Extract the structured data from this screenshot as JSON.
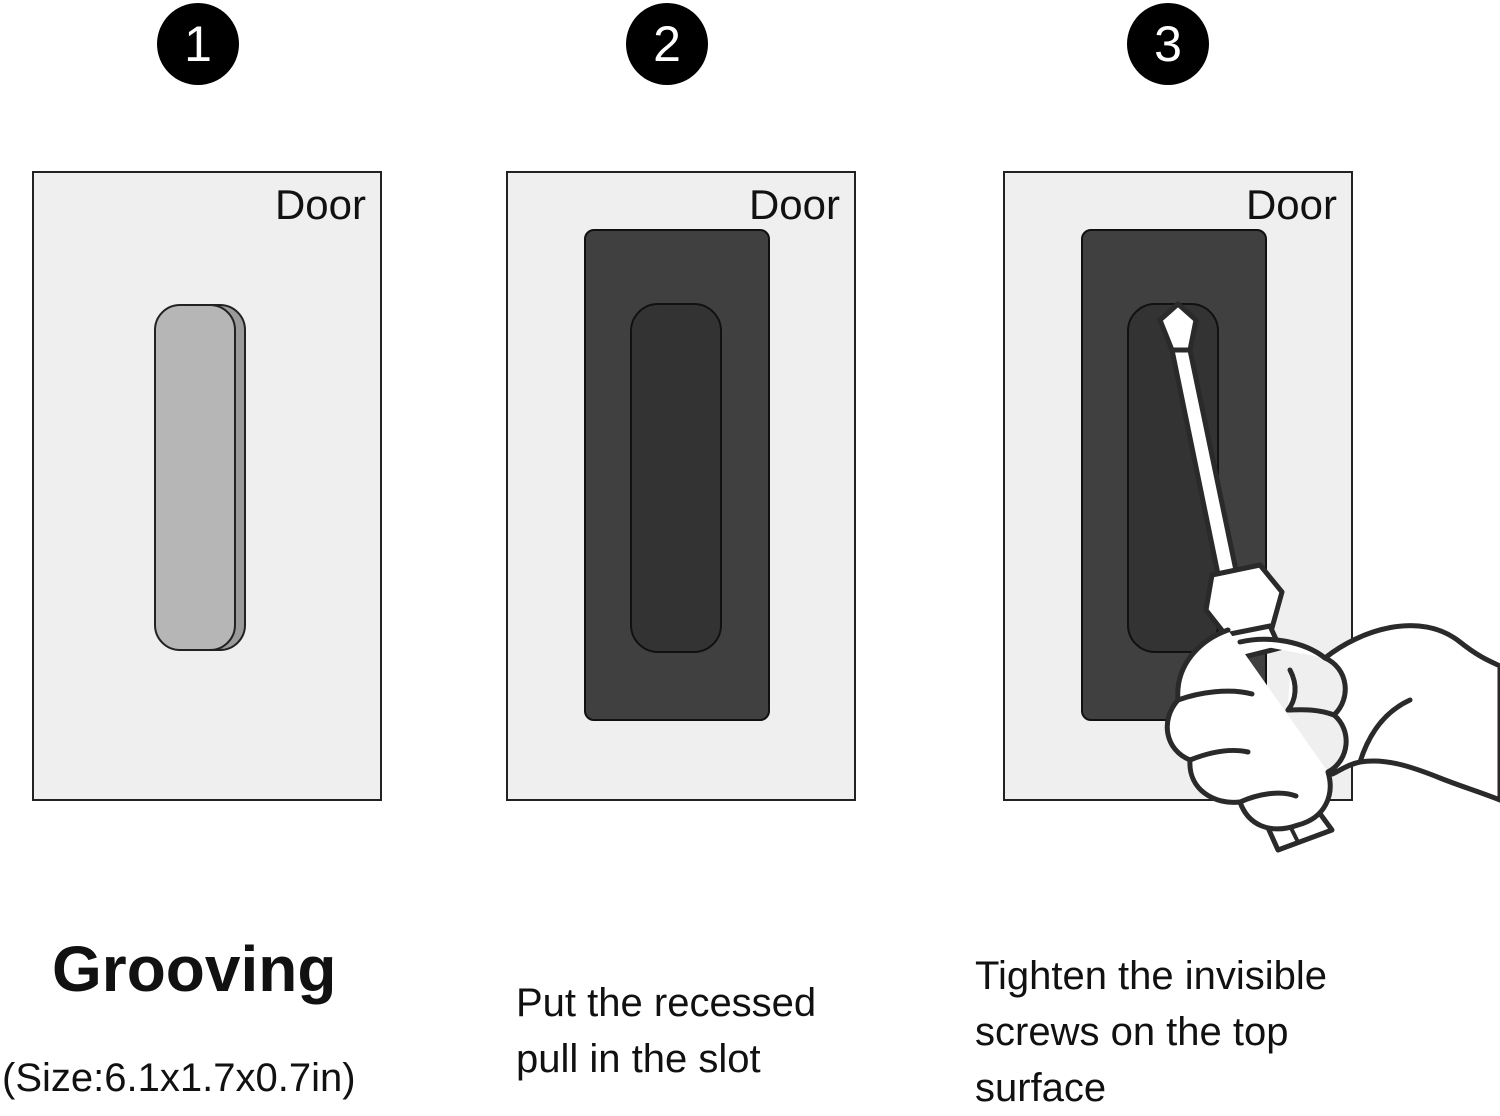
{
  "steps": [
    {
      "number": "1",
      "door_label": "Door",
      "title": "Grooving",
      "note": "(Size:6.1x1.7x0.7in)"
    },
    {
      "number": "2",
      "door_label": "Door",
      "caption": "Put the recessed pull in the slot"
    },
    {
      "number": "3",
      "door_label": "Door",
      "caption": "Tighten the invisible screws on the top surface"
    }
  ],
  "colors": {
    "door_panel": "#efefef",
    "groove": "#b6b6b6",
    "pull_plate": "#404040",
    "pull_recess": "#333333",
    "badge": "#000000"
  },
  "icons": [
    "screwdriver-icon",
    "hand-icon"
  ]
}
